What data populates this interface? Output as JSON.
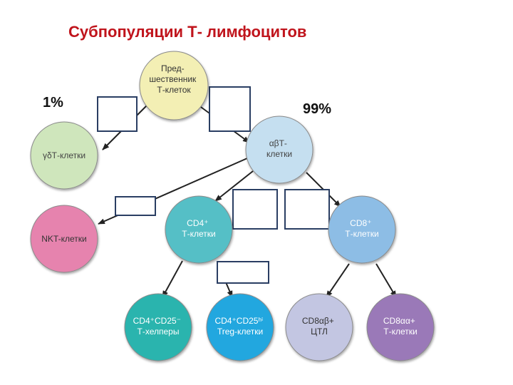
{
  "title": "Субпопуляции Т- лимфоцитов",
  "percent_left": "1%",
  "percent_right": "99%",
  "colors": {
    "title": "#c0141c",
    "precursor": "#f3efb4",
    "gd_t": "#cfe6bc",
    "ab_t": "#c5dff0",
    "nkt": "#e683ae",
    "cd4": "#55bfc6",
    "cd8": "#8dbde5",
    "cd4_helper": "#2bb4ae",
    "treg": "#24a7df",
    "cd8ab": "#c3c6e2",
    "cd8aa": "#9a79b8"
  },
  "nodes": {
    "precursor": [
      "Пред-",
      "шественник",
      "Т-клеток"
    ],
    "gd_t": [
      "γδТ-клетки"
    ],
    "ab_t": [
      "αβТ-",
      "клетки"
    ],
    "nkt": [
      "NKT-клетки"
    ],
    "cd4": [
      "CD4⁺",
      "Т-клетки"
    ],
    "cd8": [
      "CD8⁺",
      "Т-клетки"
    ],
    "cd4_helper": [
      "CD4⁺CD25⁻",
      "Т-хелперы"
    ],
    "treg": [
      "CD4⁺CD25ʰⁱ",
      "Treg-клетки"
    ],
    "cd8ab": [
      "CD8αβ+",
      "ЦТЛ"
    ],
    "cd8aa": [
      "CD8αα+",
      "Т-клетки"
    ]
  }
}
